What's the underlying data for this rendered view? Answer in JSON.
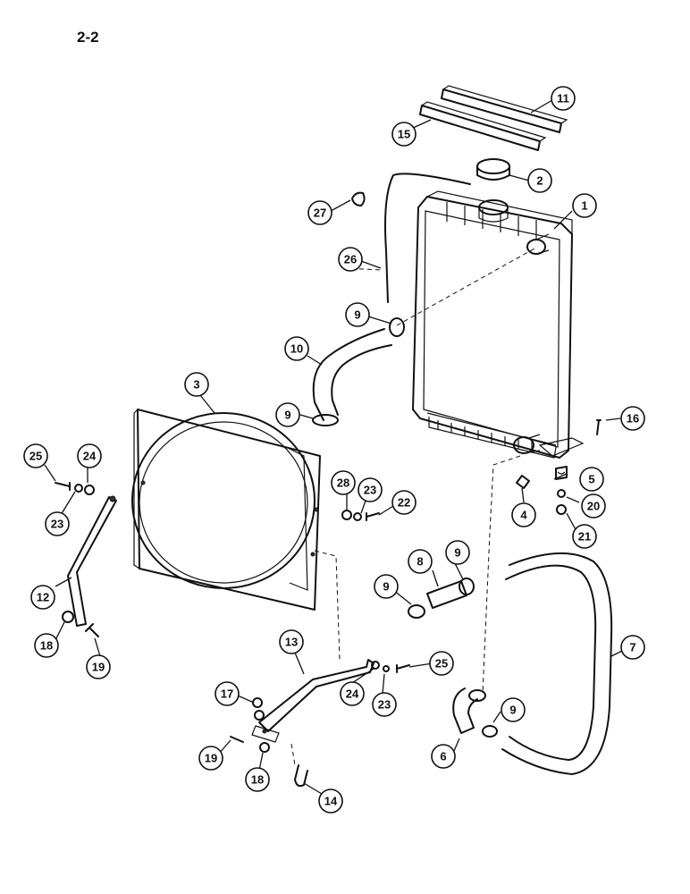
{
  "page": {
    "number": "2-2"
  },
  "callouts": [
    "1",
    "2",
    "3",
    "4",
    "5",
    "6",
    "7",
    "8",
    "9",
    "9",
    "9",
    "9",
    "9",
    "10",
    "11",
    "12",
    "13",
    "14",
    "15",
    "16",
    "17",
    "18",
    "18",
    "19",
    "19",
    "20",
    "21",
    "22",
    "23",
    "23",
    "23",
    "24",
    "24",
    "25",
    "25",
    "26",
    "27",
    "28"
  ]
}
